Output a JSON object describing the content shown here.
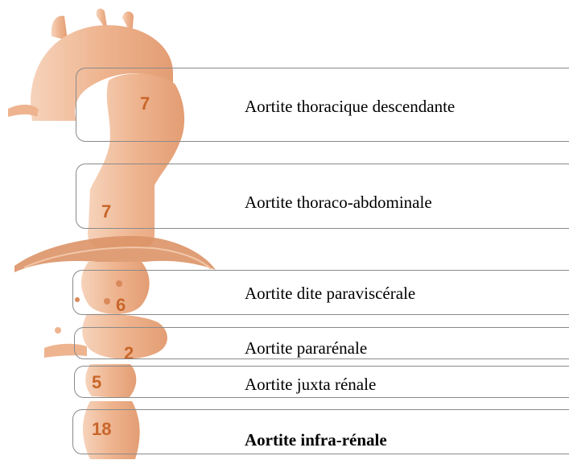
{
  "colors": {
    "aorta": "#eeb48f",
    "aorta_dark": "#d9895a",
    "number": "#c8662a",
    "frame": "#8a8a8a"
  },
  "segments": [
    {
      "count": "7",
      "label": "Aortite thoracique descendante",
      "bold": false
    },
    {
      "count": "7",
      "label": "Aortite thoraco-abdominale",
      "bold": false
    },
    {
      "count": "6",
      "label": "Aortite dite paraviscérale",
      "bold": false
    },
    {
      "count": "2",
      "label": "Aortite pararénale",
      "bold": false
    },
    {
      "count": "5",
      "label": "Aortite juxta rénale",
      "bold": false
    },
    {
      "count": "18",
      "label": "Aortite infra-rénale",
      "bold": true
    }
  ]
}
